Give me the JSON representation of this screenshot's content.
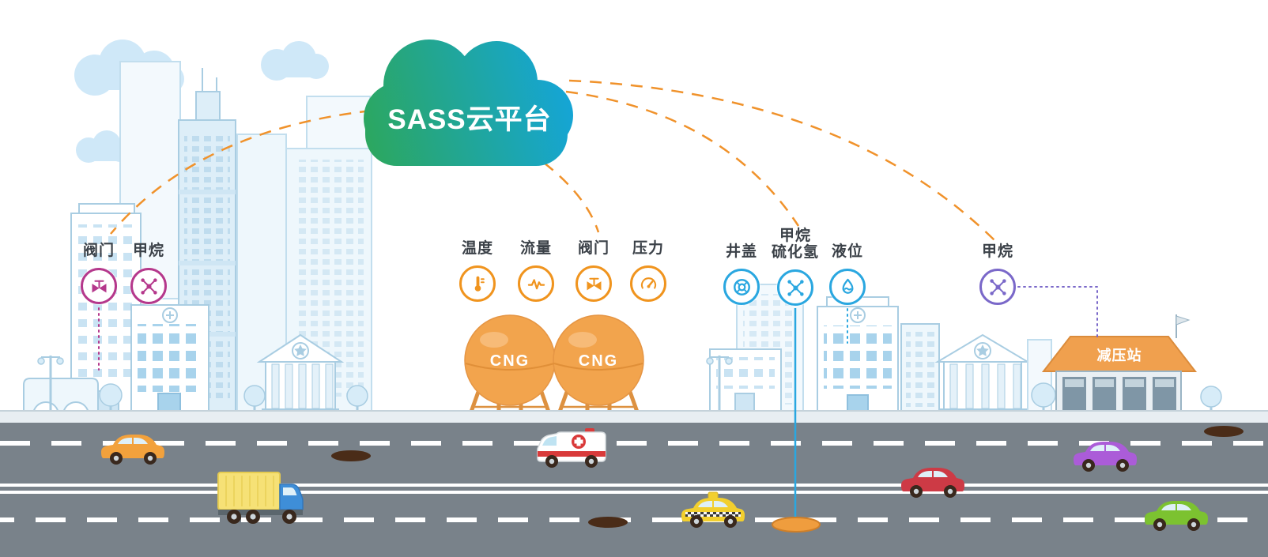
{
  "colors": {
    "magenta": "#b5388c",
    "orange": "#f0941e",
    "blue": "#2aa7e0",
    "purple": "#7a68c9",
    "label": "#3b4148",
    "cloud-green": "#2ca75f",
    "cloud-blue": "#14a5da",
    "curve-orange": "#f0922b",
    "tank-orange": "#f2a44d",
    "road-gray": "#79828a"
  },
  "cloud": {
    "label": "SASS云平台"
  },
  "groups": {
    "city": {
      "sensors": [
        {
          "label": "阀门",
          "icon": "valve-icon"
        },
        {
          "label": "甲烷",
          "icon": "molecule-icon"
        }
      ]
    },
    "cng": {
      "tank_labels": [
        "CNG",
        "CNG"
      ],
      "sensors": [
        {
          "label": "温度",
          "icon": "thermometer-icon"
        },
        {
          "label": "流量",
          "icon": "flow-icon"
        },
        {
          "label": "阀门",
          "icon": "valve-icon"
        },
        {
          "label": "压力",
          "icon": "gauge-icon"
        }
      ]
    },
    "pipeline": {
      "sensors": [
        {
          "label": "井盖",
          "icon": "manhole-icon"
        },
        {
          "label": "甲烷",
          "label2": "硫化氢",
          "icon": "molecule-icon"
        },
        {
          "label": "液位",
          "icon": "level-icon"
        }
      ]
    },
    "station": {
      "building_label": "减压站",
      "sensors": [
        {
          "label": "甲烷",
          "icon": "molecule-icon"
        }
      ]
    }
  }
}
